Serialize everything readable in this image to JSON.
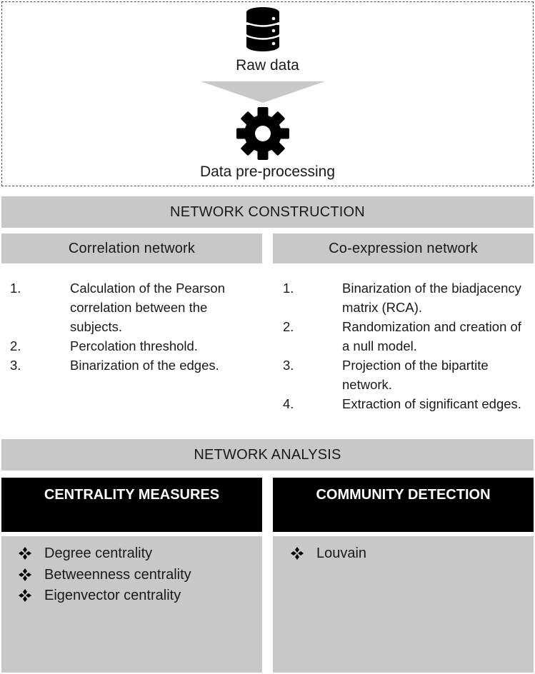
{
  "pipeline": {
    "raw_data_label": "Raw data",
    "preprocessing_label": "Data pre-processing",
    "icon_database": "database-icon",
    "icon_gear": "gear-icon"
  },
  "construction": {
    "title": "NETWORK CONSTRUCTION",
    "correlation": {
      "title": "Correlation network",
      "steps": [
        {
          "num": "1.",
          "text": "Calculation of the Pearson correlation between the subjects."
        },
        {
          "num": "2.",
          "text": "Percolation threshold."
        },
        {
          "num": "3.",
          "text": "Binarization of the edges."
        }
      ]
    },
    "coexpression": {
      "title": "Co-expression network",
      "steps": [
        {
          "num": "1.",
          "text": "Binarization of the biadjacency matrix (RCA)."
        },
        {
          "num": "2.",
          "text": "Randomization and creation of a null model."
        },
        {
          "num": "3.",
          "text": "Projection of the bipartite network."
        },
        {
          "num": "4.",
          "text": "Extraction of significant edges."
        }
      ]
    }
  },
  "analysis": {
    "title": "NETWORK ANALYSIS",
    "centrality": {
      "title": "CENTRALITY MEASURES",
      "items": [
        "Degree centrality",
        "Betweenness centrality",
        "Eigenvector centrality"
      ]
    },
    "community": {
      "title": "COMMUNITY DETECTION",
      "items": [
        "Louvain"
      ]
    }
  },
  "colors": {
    "panel_gray": "#c8c8c8",
    "header_black": "#000000",
    "icon_black": "#000000"
  }
}
